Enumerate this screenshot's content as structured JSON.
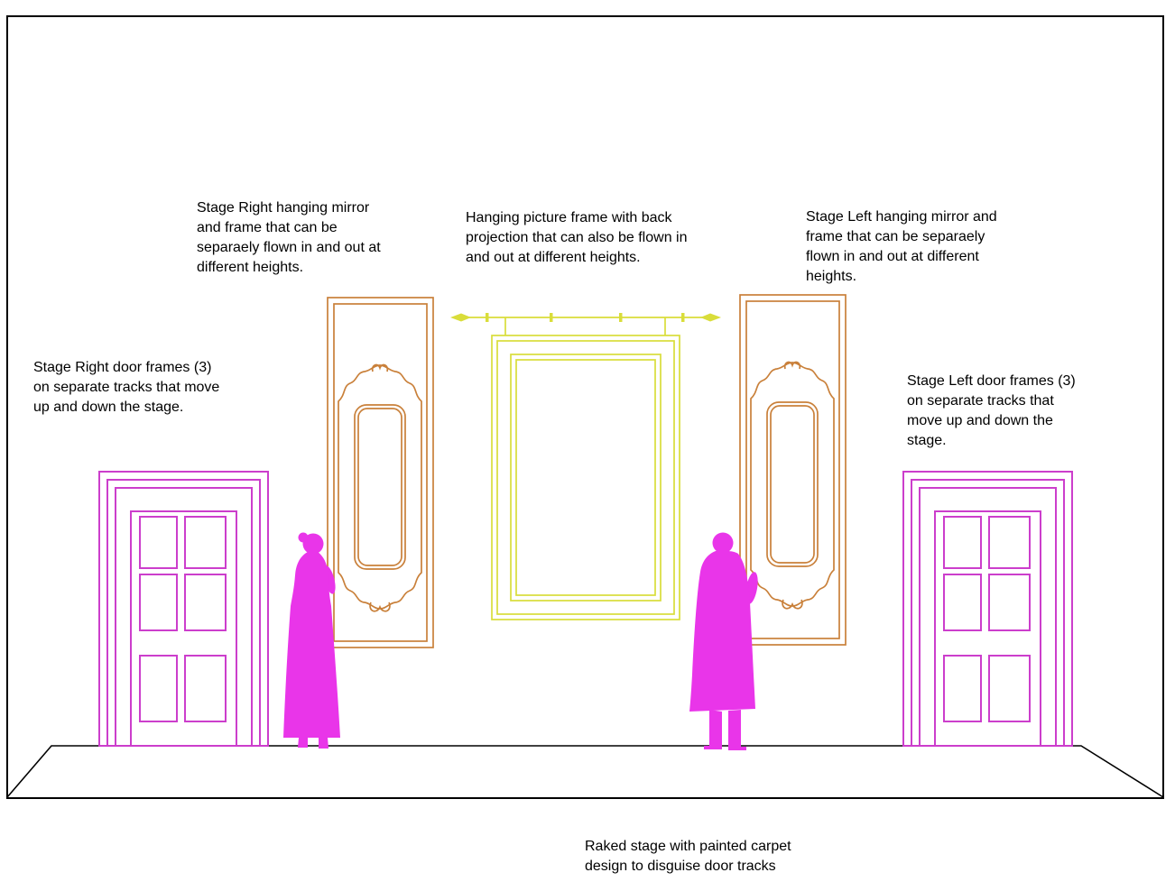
{
  "colors": {
    "outline": "#000000",
    "door_frame": "#cc3ecc",
    "figure": "#e935e9",
    "mirror_frame": "#c9803a",
    "picture_frame": "#d9dd3a",
    "background": "#ffffff",
    "text": "#000000"
  },
  "annotations": {
    "stage_right_mirror": "Stage Right hanging mirror and frame that can be separaely flown in and out at different heights.",
    "center_frame": "Hanging picture frame with back projection that can also be flown in and out at different heights.",
    "stage_left_mirror": "Stage Left hanging mirror and frame that can be separaely flown in and out at different heights.",
    "stage_right_doors": "Stage Right door frames (3) on separate tracks that move up and down the stage.",
    "stage_left_doors": "Stage Left door frames (3) on separate tracks that move up and down the stage.",
    "raked_stage": "Raked stage with painted carpet design to disguise door tracks"
  }
}
